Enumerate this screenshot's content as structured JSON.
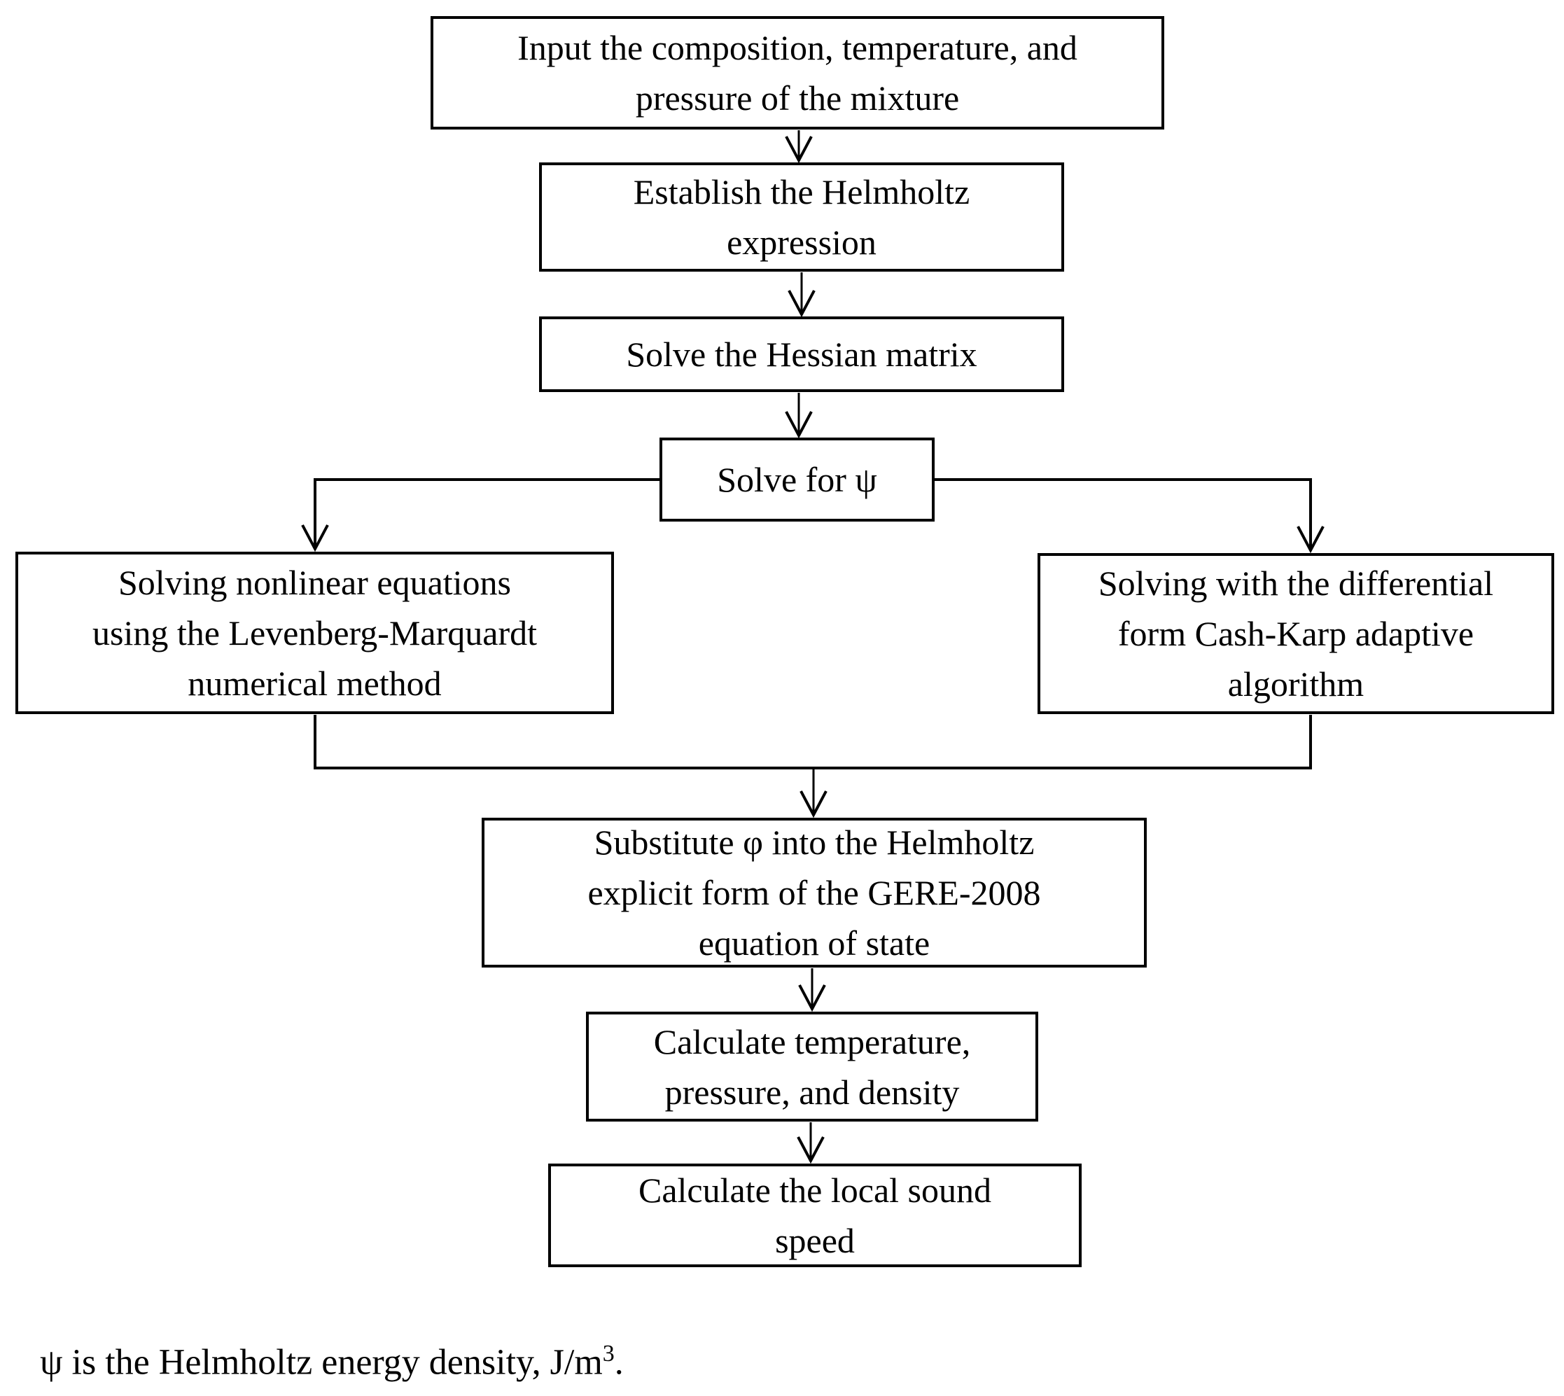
{
  "page": {
    "background_color": "#ffffff",
    "line_color": "#000000",
    "text_color": "#000000"
  },
  "flowchart": {
    "nodes": {
      "input": {
        "lines": [
          "Input the composition, temperature, and",
          "pressure of the mixture"
        ]
      },
      "establish": {
        "lines": [
          "Establish the Helmholtz",
          "expression"
        ]
      },
      "hessian": {
        "lines": [
          "Solve the Hessian matrix"
        ]
      },
      "solve_psi": {
        "lines": [
          "Solve for ψ"
        ]
      },
      "levenberg": {
        "lines": [
          "Solving nonlinear equations",
          "using the Levenberg-Marquardt",
          "numerical method"
        ]
      },
      "cash_karp": {
        "lines": [
          "Solving with the differential",
          "form Cash-Karp adaptive",
          "algorithm"
        ]
      },
      "substitute": {
        "lines": [
          "Substitute φ into the Helmholtz",
          "explicit form of the GERE-2008",
          "equation of state"
        ]
      },
      "calc_tpd": {
        "lines": [
          "Calculate temperature,",
          "pressure, and density"
        ]
      },
      "calc_sound": {
        "lines": [
          "Calculate the local sound",
          "speed"
        ]
      }
    },
    "footnote": {
      "text": "ψ is the Helmholtz energy density, J/m",
      "sup": "3",
      "end": "."
    }
  }
}
